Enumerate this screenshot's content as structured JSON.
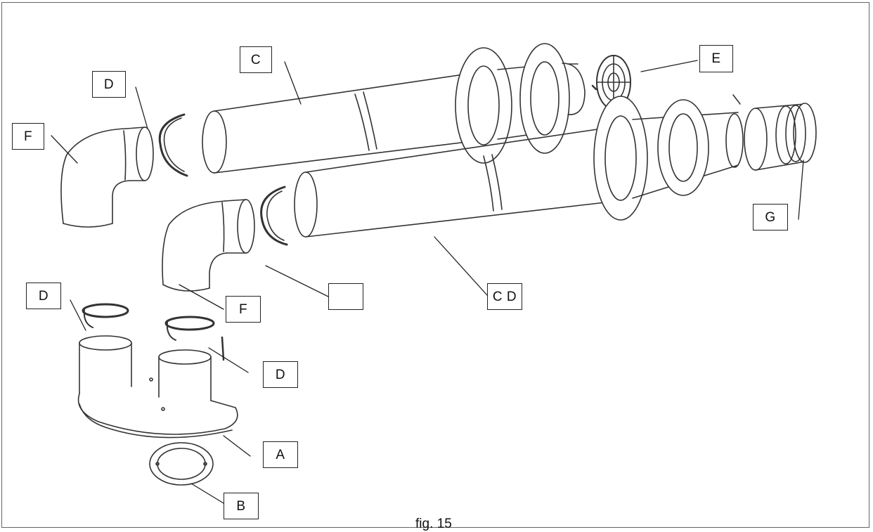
{
  "figure": {
    "caption": "fig. 15",
    "labels": {
      "c_top": "C",
      "d_top": "D",
      "e": "E",
      "f_left": "F",
      "g": "G",
      "blank": "",
      "f_mid": "F",
      "cd": "C D",
      "d_left": "D",
      "d_mid": "D",
      "a": "A",
      "b": "B"
    }
  },
  "colors": {
    "line": "#333333",
    "box_border": "#222222",
    "frame": "#666666"
  }
}
